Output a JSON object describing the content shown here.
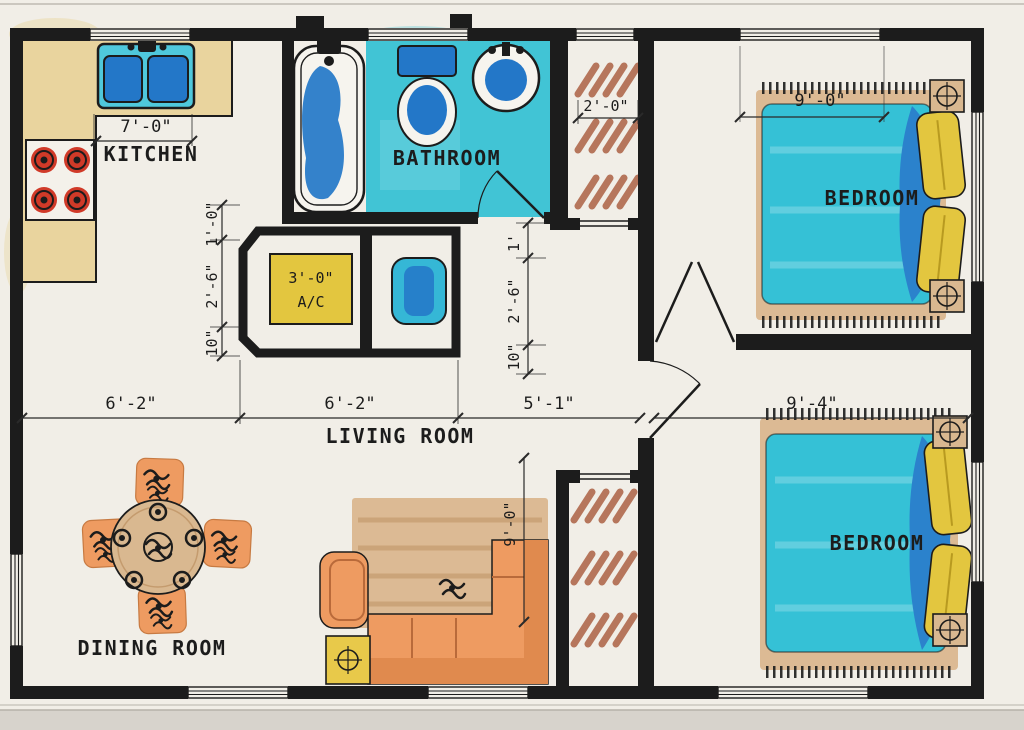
{
  "rooms": {
    "kitchen": {
      "label": "KITCHEN"
    },
    "bathroom": {
      "label": "BATHROOM"
    },
    "living_room": {
      "label": "LIVING ROOM"
    },
    "dining_room": {
      "label": "DINING ROOM"
    },
    "bedroom_top": {
      "label": "BEDROOM"
    },
    "bedroom_bottom": {
      "label": "BEDROOM"
    },
    "ac_closet": {
      "unit_label": "A/C",
      "width": "3'-0\""
    }
  },
  "dimensions": {
    "kitchen_window_width": "7'-0\"",
    "hall_closet_width": "2'-0\"",
    "bedroom_top_width": "9'-0\"",
    "bedroom_bottom_width": "9'-4\"",
    "living_span_a": "6'-2\"",
    "living_span_b": "6'-2\"",
    "hall_span": "5'-1\"",
    "living_room_depth": "9'-0\"",
    "left_offsets": {
      "a": "1'-0\"",
      "b": "2'-6\"",
      "c": "10\""
    },
    "right_offsets": {
      "a": "1'",
      "b": "2'-6\"",
      "c": "10\""
    }
  },
  "palette": {
    "paper": "#f1eee7",
    "ink": "#1c1c1c",
    "teal_floor": "#41c4d5",
    "bed_teal": "#35c1d6",
    "water_blue": "#2377c8",
    "blanket_blue": "#2b82cc",
    "counter_tan": "#e9d49e",
    "accent_yellow": "#e3c63f",
    "furniture_orange": "#ee9b61",
    "rug_tan": "#dcba94",
    "shelf_brown": "#b06a4e",
    "stove_red": "#d03a28"
  }
}
